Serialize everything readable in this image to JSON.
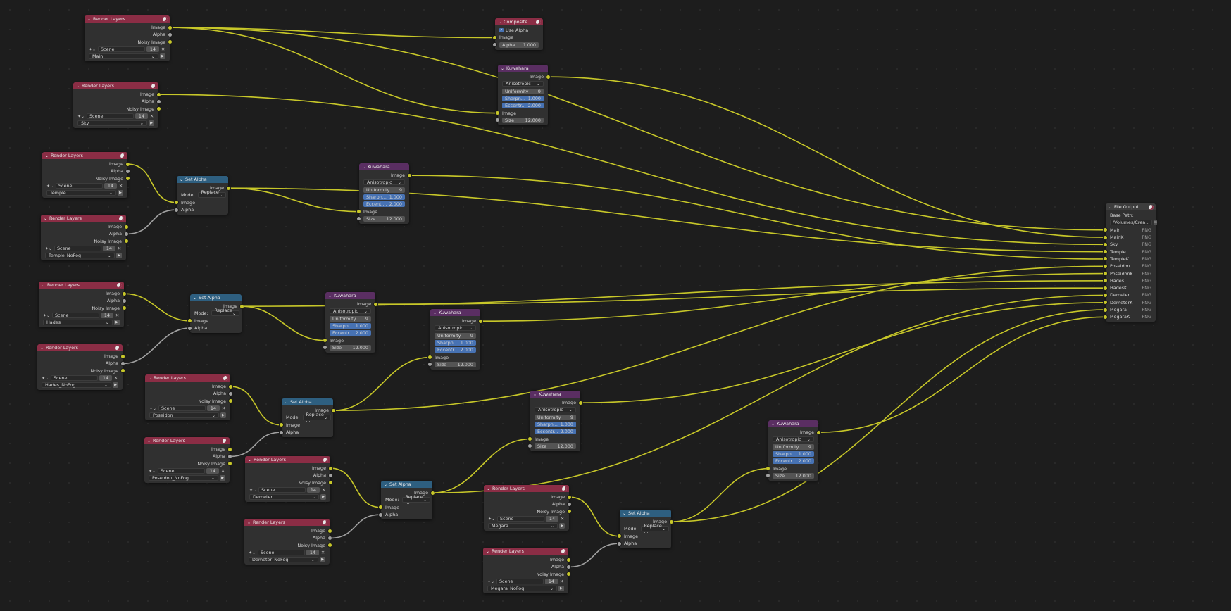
{
  "common": {
    "image": "Image",
    "alpha": "Alpha",
    "noisy_image": "Noisy Image",
    "scene": "Scene",
    "layer_count": "14",
    "close": "✕",
    "mode_label": "Mode:",
    "mode_value": "Replace ...",
    "anisotropic": "Anisotropic",
    "uniformity_label": "Uniformity",
    "uniformity_value": "9",
    "sharpness_label": "Sharpn...",
    "sharpness_value": "1.000",
    "eccentricity_label": "Eccentr...",
    "eccentricity_value": "2.000",
    "size_label": "Size",
    "size_value": "12.000",
    "use_alpha": "Use Alpha",
    "alpha_value": "1.000",
    "base_path": "Base Path:",
    "base_path_value": "/Volumes/Crea...",
    "format": "PNG",
    "icons": {
      "node_menu": "chevron-down-icon",
      "scene": "scene-icon",
      "globe": "globe-icon",
      "folder": "folder-icon",
      "layer": "render-layer-icon"
    }
  },
  "headers": {
    "render_layers": "Render Layers",
    "set_alpha": "Set Alpha",
    "kuwahara": "Kuwahara",
    "composite": "Composite",
    "file_output": "File Output"
  },
  "render_layers": [
    "Main",
    "Sky",
    "Temple",
    "Temple_NoFog",
    "Hades",
    "Hades_NoFog",
    "Poseidon",
    "Poseidon_NoFog",
    "Demeter",
    "Demeter_NoFog",
    "Megara",
    "Megara_NoFog"
  ],
  "file_output_slots": [
    "Main",
    "MainK",
    "Sky",
    "Temple",
    "TempleK",
    "Poseidon",
    "PoseidonK",
    "Hades",
    "HadesK",
    "Demeter",
    "DemeterK",
    "Megara",
    "MegaraK"
  ],
  "colors": {
    "background": "#1d1d1d",
    "node_body": "#303030",
    "render_header": "#8b2d45",
    "kuwahara_header": "#5a2e62",
    "set_alpha_header": "#2e5f80",
    "output_header": "#3d3d3d",
    "image_socket": "#c7c729",
    "value_socket": "#a1a1a1",
    "accent_field": "#4772b3",
    "image_wire": "#c7c729",
    "value_wire": "#a1a1a1"
  }
}
